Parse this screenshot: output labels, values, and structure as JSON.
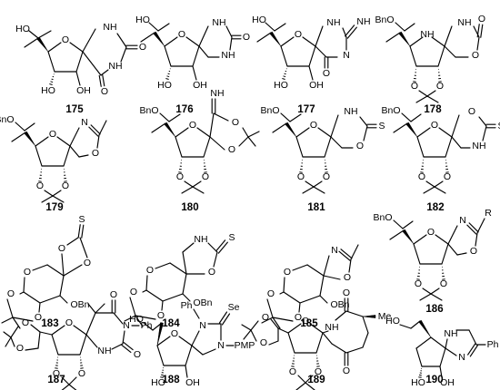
{
  "figure": {
    "compounds": [
      {
        "number": "175",
        "labels": [
          "HO",
          "HO",
          "OH",
          "O",
          "NH",
          "O",
          "NH",
          "O"
        ]
      },
      {
        "number": "176",
        "labels": [
          "HO",
          "HO",
          "OH",
          "O",
          "NH",
          "O",
          "NH"
        ]
      },
      {
        "number": "177",
        "labels": [
          "HO",
          "HO",
          "OH",
          "O",
          "NH",
          "NH",
          "N",
          "O"
        ]
      },
      {
        "number": "178",
        "labels": [
          "BnO",
          "O",
          "O",
          "NH",
          "O",
          "O",
          "O"
        ]
      },
      {
        "number": "179",
        "labels": [
          "BnO",
          "O",
          "O",
          "N",
          "O",
          "O"
        ]
      },
      {
        "number": "180",
        "labels": [
          "BnO",
          "O",
          "O",
          "O",
          "O",
          "O",
          "NH"
        ]
      },
      {
        "number": "181",
        "labels": [
          "BnO",
          "O",
          "O",
          "O",
          "NH",
          "O",
          "S"
        ]
      },
      {
        "number": "182",
        "labels": [
          "BnO",
          "O",
          "O",
          "O",
          "O",
          "NH",
          "S"
        ]
      },
      {
        "number": "183",
        "labels": [
          "O",
          "O",
          "O",
          "O",
          "O",
          "S",
          "OBn"
        ]
      },
      {
        "number": "184",
        "labels": [
          "O",
          "O",
          "O",
          "O",
          "NH",
          "S",
          "OBn"
        ]
      },
      {
        "number": "185",
        "labels": [
          "O",
          "O",
          "O",
          "N",
          "O",
          "OBn"
        ]
      },
      {
        "number": "186",
        "labels": [
          "BnO",
          "O",
          "O",
          "O",
          "N",
          "O",
          "R"
        ]
      },
      {
        "number": "187",
        "labels": [
          "O",
          "O",
          "O",
          "O",
          "O",
          "O",
          "NH",
          "N",
          "Ph",
          "O"
        ]
      },
      {
        "number": "188",
        "labels": [
          "HO",
          "HO",
          "OH",
          "O",
          "Ph",
          "N",
          "Se",
          "N",
          "PMP"
        ]
      },
      {
        "number": "189",
        "labels": [
          "O",
          "O",
          "O",
          "O",
          "O",
          "NH",
          "O",
          "O",
          "Me"
        ]
      },
      {
        "number": "190",
        "labels": [
          "HO",
          "HO",
          "OH",
          "NH",
          "N",
          "Ph"
        ]
      }
    ]
  }
}
